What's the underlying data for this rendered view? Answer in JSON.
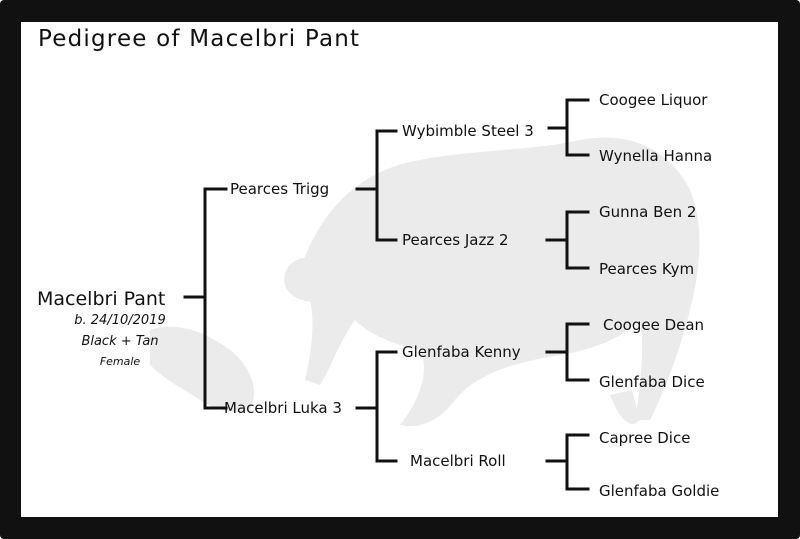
{
  "title": "Pedigree of Macelbri Pant",
  "subject": {
    "name": "Macelbri Pant",
    "birth": "b. 24/10/2019",
    "color": "Black + Tan",
    "sex": "Female"
  },
  "parents": {
    "sire": "Pearces Trigg",
    "dam": "Macelbri Luka 3"
  },
  "grandparents": {
    "sire_sire": "Wybimble Steel 3",
    "sire_dam": "Pearces Jazz 2",
    "dam_sire": "Glenfaba Kenny",
    "dam_dam": "Macelbri Roll"
  },
  "great_grandparents": [
    "Coogee Liquor",
    "Wynella Hanna",
    "Gunna Ben 2",
    "Pearces Kym",
    "Coogee Dean",
    "Glenfaba Dice",
    "Capree Dice",
    "Glenfaba Goldie"
  ],
  "colors": {
    "frame": "#111111",
    "line": "#111111",
    "watermark": "#e6e6e6"
  }
}
